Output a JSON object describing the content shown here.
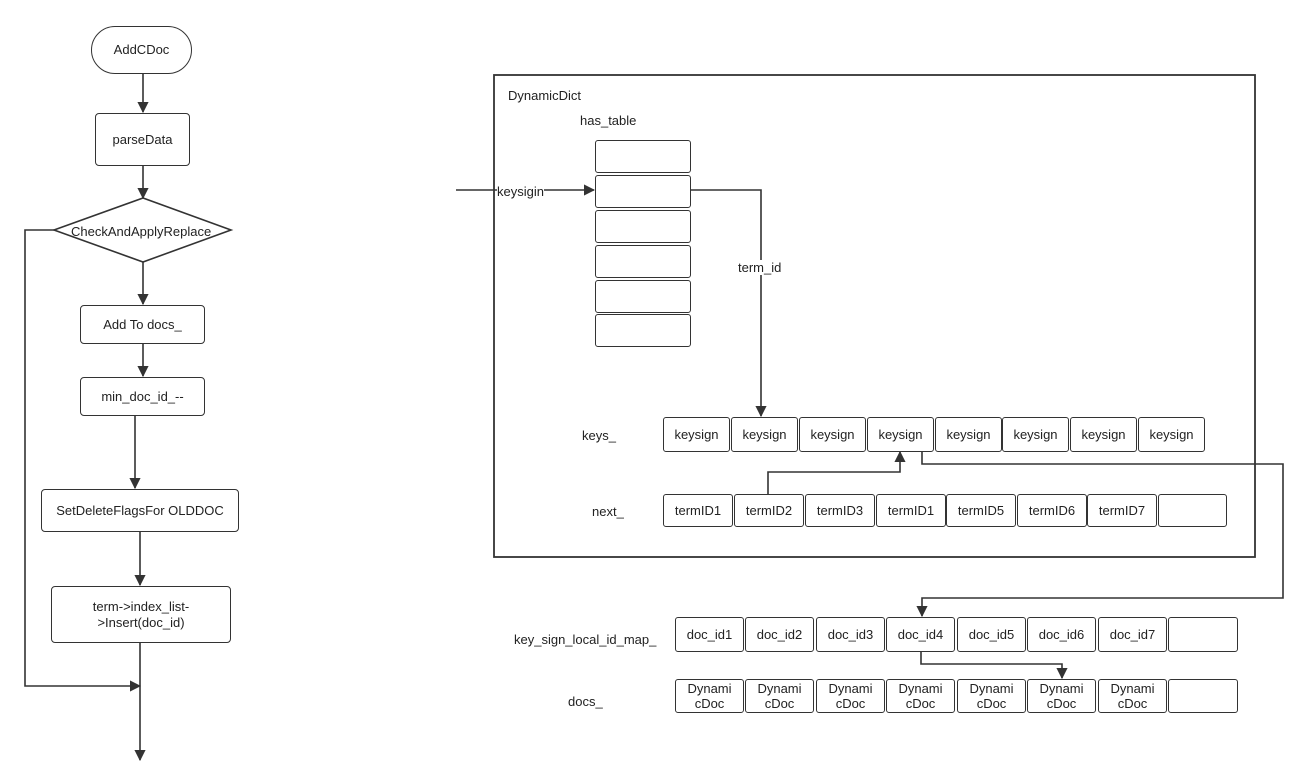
{
  "flow": {
    "start": "AddCDoc",
    "parse": "parseData",
    "check": "CheckAndApplyReplace",
    "add_docs": "Add To docs_",
    "min_doc": "min_doc_id_--",
    "set_delete": "SetDeleteFlagsFor OLDDOC",
    "insert_line1": "term->index_list-",
    "insert_line2": ">Insert(doc_id)"
  },
  "dict": {
    "title": "DynamicDict",
    "has_table_label": "has_table",
    "keysign_in": "keysigin",
    "term_id_label": "term_id",
    "keys_label": "keys_",
    "next_label": "next_",
    "keys": [
      "keysign",
      "keysign",
      "keysign",
      "keysign",
      "keysign",
      "keysign",
      "keysign",
      "keysign"
    ],
    "next": [
      "termID1",
      "termID2",
      "termID3",
      "termID1",
      "termID5",
      "termID6",
      "termID7",
      ""
    ]
  },
  "map": {
    "map_label": "key_sign_local_id_map_",
    "docs_label": "docs_",
    "doc_ids": [
      "doc_id1",
      "doc_id2",
      "doc_id3",
      "doc_id4",
      "doc_id5",
      "doc_id6",
      "doc_id7",
      ""
    ],
    "docs": [
      [
        "Dynami",
        "cDoc"
      ],
      [
        "Dynami",
        "cDoc"
      ],
      [
        "Dynami",
        "cDoc"
      ],
      [
        "Dynami",
        "cDoc"
      ],
      [
        "Dynami",
        "cDoc"
      ],
      [
        "Dynami",
        "cDoc"
      ],
      [
        "Dynami",
        "cDoc"
      ],
      [
        "",
        ""
      ]
    ]
  }
}
